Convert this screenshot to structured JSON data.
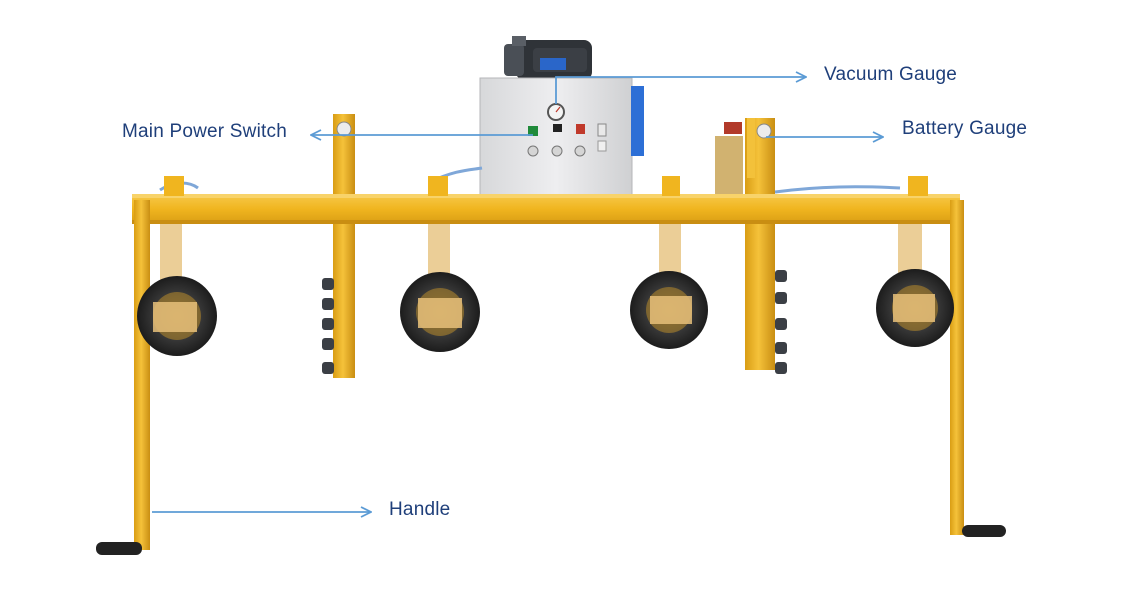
{
  "labels": {
    "vacuum_gauge": "Vacuum Gauge",
    "battery_gauge": "Battery Gauge",
    "main_power_switch": "Main Power Switch",
    "handle": "Handle"
  },
  "colors": {
    "frame": "#f0b51f",
    "frame_dark": "#c98e12",
    "arrow": "#5b9bd5",
    "label_text": "#1f3f7a",
    "cabinet": "#e4e4e6",
    "pad_rubber": "#2a2a2a",
    "cabinet_side_panel": "#2d6fd6"
  }
}
